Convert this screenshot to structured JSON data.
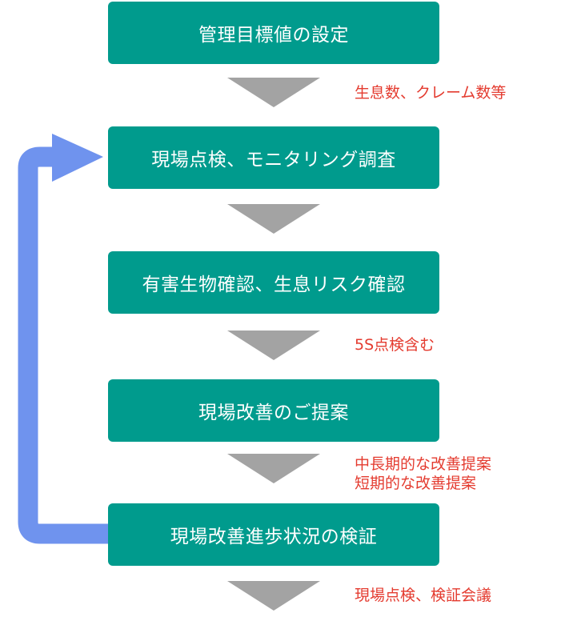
{
  "colors": {
    "step_fill": "#009B8D",
    "step_text": "#ffffff",
    "arrow_fill": "#A3A3A3",
    "note_text": "#E43B2F",
    "loop_arrow": "#6F93EE"
  },
  "steps": [
    {
      "label": "管理目標値の設定"
    },
    {
      "label": "現場点検、モニタリング調査"
    },
    {
      "label": "有害生物確認、生息リスク確認"
    },
    {
      "label": "現場改善のご提案"
    },
    {
      "label": "現場改善進歩状況の検証"
    }
  ],
  "notes": [
    {
      "lines": [
        "生息数、クレーム数等"
      ]
    },
    {
      "lines": [
        "5S点検含む"
      ]
    },
    {
      "lines": [
        "中長期的な改善提案",
        "短期的な改善提案"
      ]
    },
    {
      "lines": [
        "現場点検、検証会議"
      ]
    }
  ]
}
